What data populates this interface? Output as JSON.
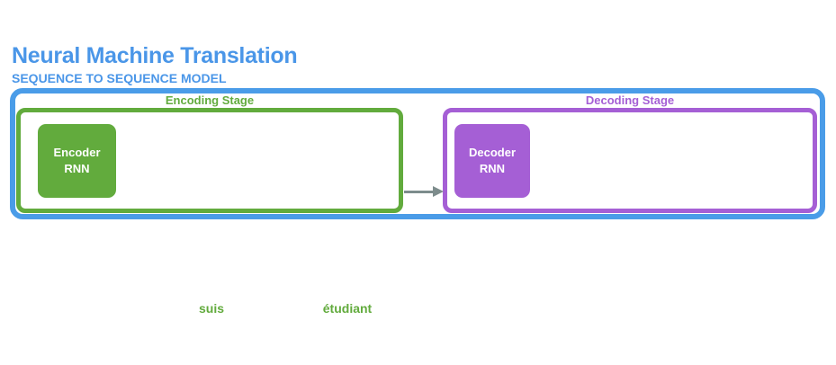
{
  "page": {
    "title": "Neural Machine Translation",
    "subtitle": "SEQUENCE TO SEQUENCE MODEL"
  },
  "diagram": {
    "encoding_stage": {
      "label": "Encoding Stage",
      "encoder_box": {
        "line1": "Encoder",
        "line2": "RNN"
      }
    },
    "decoding_stage": {
      "label": "Decoding Stage",
      "decoder_box": {
        "line1": "Decoder",
        "line2": "RNN"
      }
    }
  },
  "input_words": [
    {
      "text": "suis"
    },
    {
      "text": "étudiant"
    }
  ],
  "colors": {
    "title_blue": "#4a96e8",
    "container_blue": "#4a9ce8",
    "encoder_green": "#62ab3d",
    "decoder_purple": "#a55fd5",
    "arrow_gray": "#7d8c8c"
  }
}
